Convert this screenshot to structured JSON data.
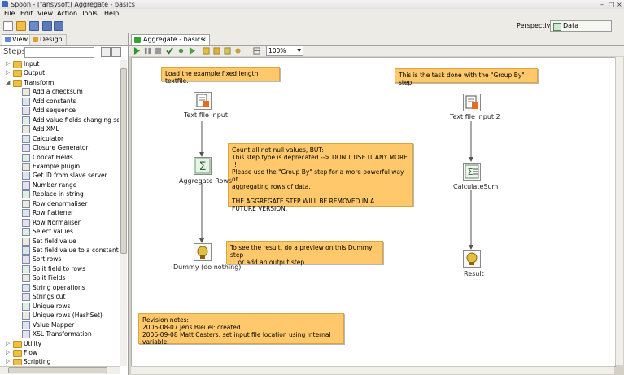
{
  "window": {
    "title": "Spoon - [fansysoft] Aggregate - basics"
  },
  "menu": [
    "File",
    "Edit",
    "View",
    "Action",
    "Tools",
    "Help"
  ],
  "perspective": {
    "label": "Perspective:",
    "value": "Data Integration"
  },
  "left_tabs": {
    "view": "View",
    "design": "Design"
  },
  "steps_label": "Steps",
  "tree": [
    {
      "type": "folder",
      "label": "Input",
      "expanded": false
    },
    {
      "type": "folder",
      "label": "Output",
      "expanded": false
    },
    {
      "type": "folder",
      "label": "Transform",
      "expanded": true
    },
    {
      "type": "step",
      "label": "Add a checksum"
    },
    {
      "type": "step",
      "label": "Add constants"
    },
    {
      "type": "step",
      "label": "Add sequence"
    },
    {
      "type": "step",
      "label": "Add value fields changing sequ"
    },
    {
      "type": "step",
      "label": "Add XML"
    },
    {
      "type": "step",
      "label": "Calculator"
    },
    {
      "type": "step",
      "label": "Closure Generator"
    },
    {
      "type": "step",
      "label": "Concat Fields"
    },
    {
      "type": "step",
      "label": "Example plugin"
    },
    {
      "type": "step",
      "label": "Get ID from slave server"
    },
    {
      "type": "step",
      "label": "Number range"
    },
    {
      "type": "step",
      "label": "Replace in string"
    },
    {
      "type": "step",
      "label": "Row denormaliser"
    },
    {
      "type": "step",
      "label": "Row flattener"
    },
    {
      "type": "step",
      "label": "Row Normaliser"
    },
    {
      "type": "step",
      "label": "Select values"
    },
    {
      "type": "step",
      "label": "Set field value"
    },
    {
      "type": "step",
      "label": "Set field value to a constant"
    },
    {
      "type": "step",
      "label": "Sort rows"
    },
    {
      "type": "step",
      "label": "Split field to rows"
    },
    {
      "type": "step",
      "label": "Split Fields"
    },
    {
      "type": "step",
      "label": "String operations"
    },
    {
      "type": "step",
      "label": "Strings cut"
    },
    {
      "type": "step",
      "label": "Unique rows"
    },
    {
      "type": "step",
      "label": "Unique rows (HashSet)"
    },
    {
      "type": "step",
      "label": "Value Mapper"
    },
    {
      "type": "step",
      "label": "XSL Transformation"
    },
    {
      "type": "folder",
      "label": "Utility",
      "expanded": false
    },
    {
      "type": "folder",
      "label": "Flow",
      "expanded": false
    },
    {
      "type": "folder",
      "label": "Scripting",
      "expanded": false
    }
  ],
  "editor": {
    "tab_label": "Aggregate - basics",
    "zoom": "100%"
  },
  "notes": {
    "load": "Load the example fixed length textfile.",
    "groupby": "This is the task done with the \"Group By\" step",
    "deprecated": "Count all not null values, BUT:\nThis step type is deprecated --> DON'T USE IT ANY MORE !!\nPlease use the \"Group By\" step for a more powerful way of\naggregating rows of data.\n\nTHE AGGREGATE STEP WILL BE REMOVED IN A\nFUTURE VERSION.",
    "preview": "To see the result, do a preview on this Dummy step\n... or add an output step.",
    "revision": "Revision notes:\n2006-08-07 Jens Bleuel: created\n2006-09-08 Matt Casters: set input file location using Internal variable"
  },
  "steps": {
    "text_file_input": "Text file input",
    "aggregate_rows": "Aggregate Rows",
    "dummy": "Dummy (do nothing)",
    "text_file_input_2": "Text file input 2",
    "calculate_sum": "CalculateSum",
    "result": "Result"
  },
  "colors": {
    "note": "#ffc96b",
    "folder": "#f0c040",
    "accent": "#3b6cc4"
  }
}
